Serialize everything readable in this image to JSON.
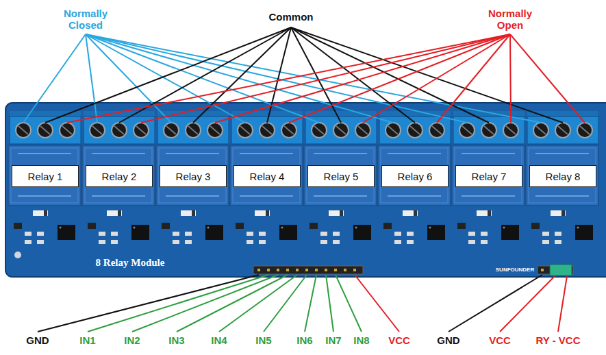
{
  "diagram": {
    "nodes": [
      {
        "text": [
          "Relay 1"
        ]
      },
      {
        "text": [
          "Relay 2"
        ]
      },
      {
        "text": [
          "Relay 3"
        ]
      },
      {
        "text": [
          "Relay 4"
        ]
      },
      {
        "text": [
          "Relay 5"
        ]
      },
      {
        "text": [
          "Relay 6"
        ]
      },
      {
        "text": [
          "Relay 7"
        ]
      },
      {
        "text": [
          "Relay 8"
        ]
      }
    ],
    "labels": [
      "Normally Closed",
      "Common",
      "Normally Open",
      "8 Relay Module",
      "SUNFOUNDER",
      "GND",
      "IN1",
      "IN2",
      "IN3",
      "IN4",
      "IN5",
      "IN6",
      "IN7",
      "IN8",
      "VCC",
      "GND",
      "VCC",
      "RY - VCC"
    ]
  }
}
